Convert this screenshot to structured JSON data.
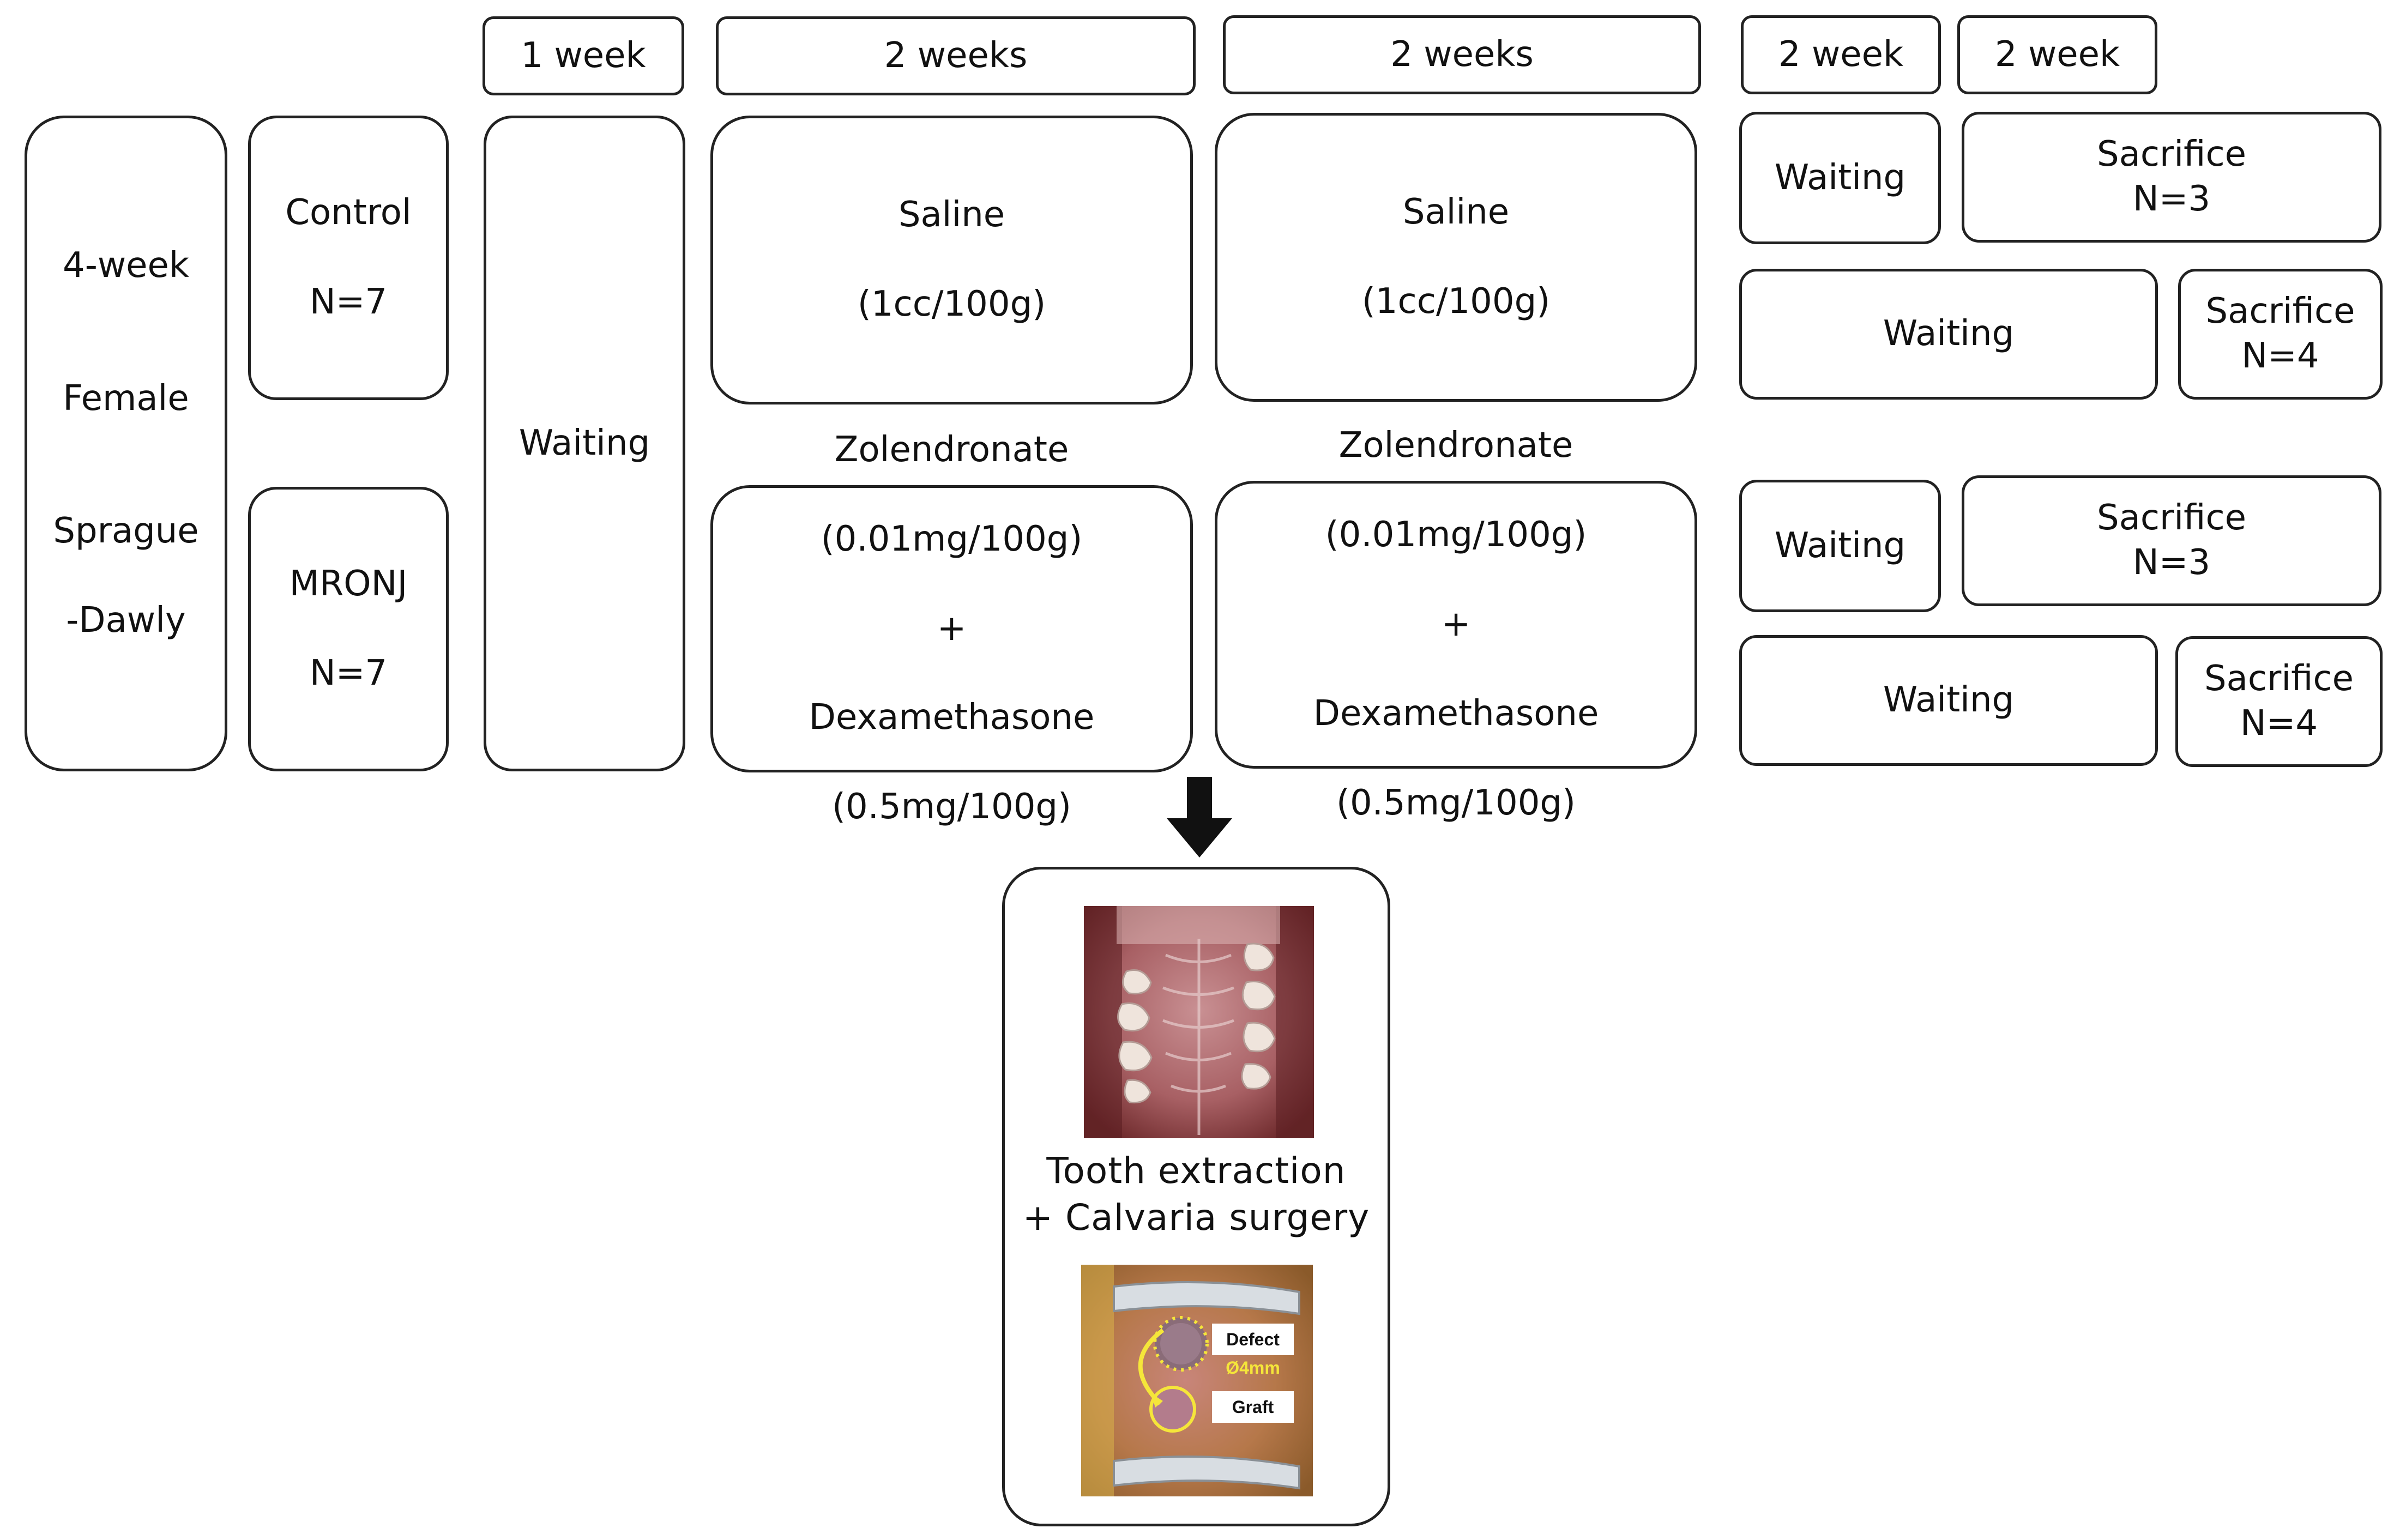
{
  "timeline_headers": {
    "week1": "1 week",
    "weeks2_a": "2 weeks",
    "weeks2_b": "2 weeks",
    "week2_a": "2 week",
    "week2_b": "2 week"
  },
  "subjects": {
    "line1": "4-week",
    "line2": "Female",
    "line3": "Sprague",
    "line4": "-Dawly"
  },
  "groups": {
    "control": {
      "name": "Control",
      "n": "N=7"
    },
    "mronj": {
      "name": "MRONJ",
      "n": "N=7"
    }
  },
  "acclimation": {
    "label": "Waiting"
  },
  "control_treatment": {
    "drug": "Saline",
    "dose": "(1cc/100g)"
  },
  "mronj_treatment": {
    "drug1": "Zolendronate",
    "dose1": "(0.01mg/100g)",
    "plus": "+",
    "drug2": "Dexamethasone",
    "dose2": "(0.5mg/100g)"
  },
  "endpoints": {
    "waiting": "Waiting",
    "sacrifice": "Sacrifice",
    "n3": "N=3",
    "n4": "N=4"
  },
  "surgery": {
    "line1": "Tooth extraction",
    "line2": "+ Calvaria surgery",
    "defect_label": "Defect",
    "size_label": "Ø4mm",
    "graft_label": "Graft"
  },
  "colors": {
    "border": "#222222",
    "arrow": "#111111",
    "highlight": "#f5e63a"
  }
}
